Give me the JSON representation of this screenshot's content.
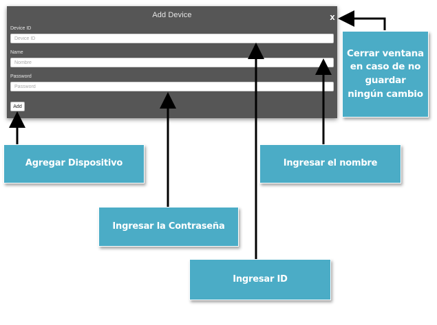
{
  "dialog": {
    "title": "Add Device",
    "close_glyph": "x",
    "fields": [
      {
        "label": "Device ID",
        "placeholder": "Device ID"
      },
      {
        "label": "Name",
        "placeholder": "Nombre"
      },
      {
        "label": "Password",
        "placeholder": "Password"
      }
    ],
    "add_label": "Add"
  },
  "annotations": {
    "close": "Cerrar ventana en caso de no guardar ningún cambio",
    "add": "Agregar Dispositivo",
    "name": "Ingresar el nombre",
    "password": "Ingresar la Contraseña",
    "id": "Ingresar ID"
  },
  "colors": {
    "dialog_bg": "#565656",
    "callout_bg": "#4bacc6",
    "arrow": "#000000"
  }
}
